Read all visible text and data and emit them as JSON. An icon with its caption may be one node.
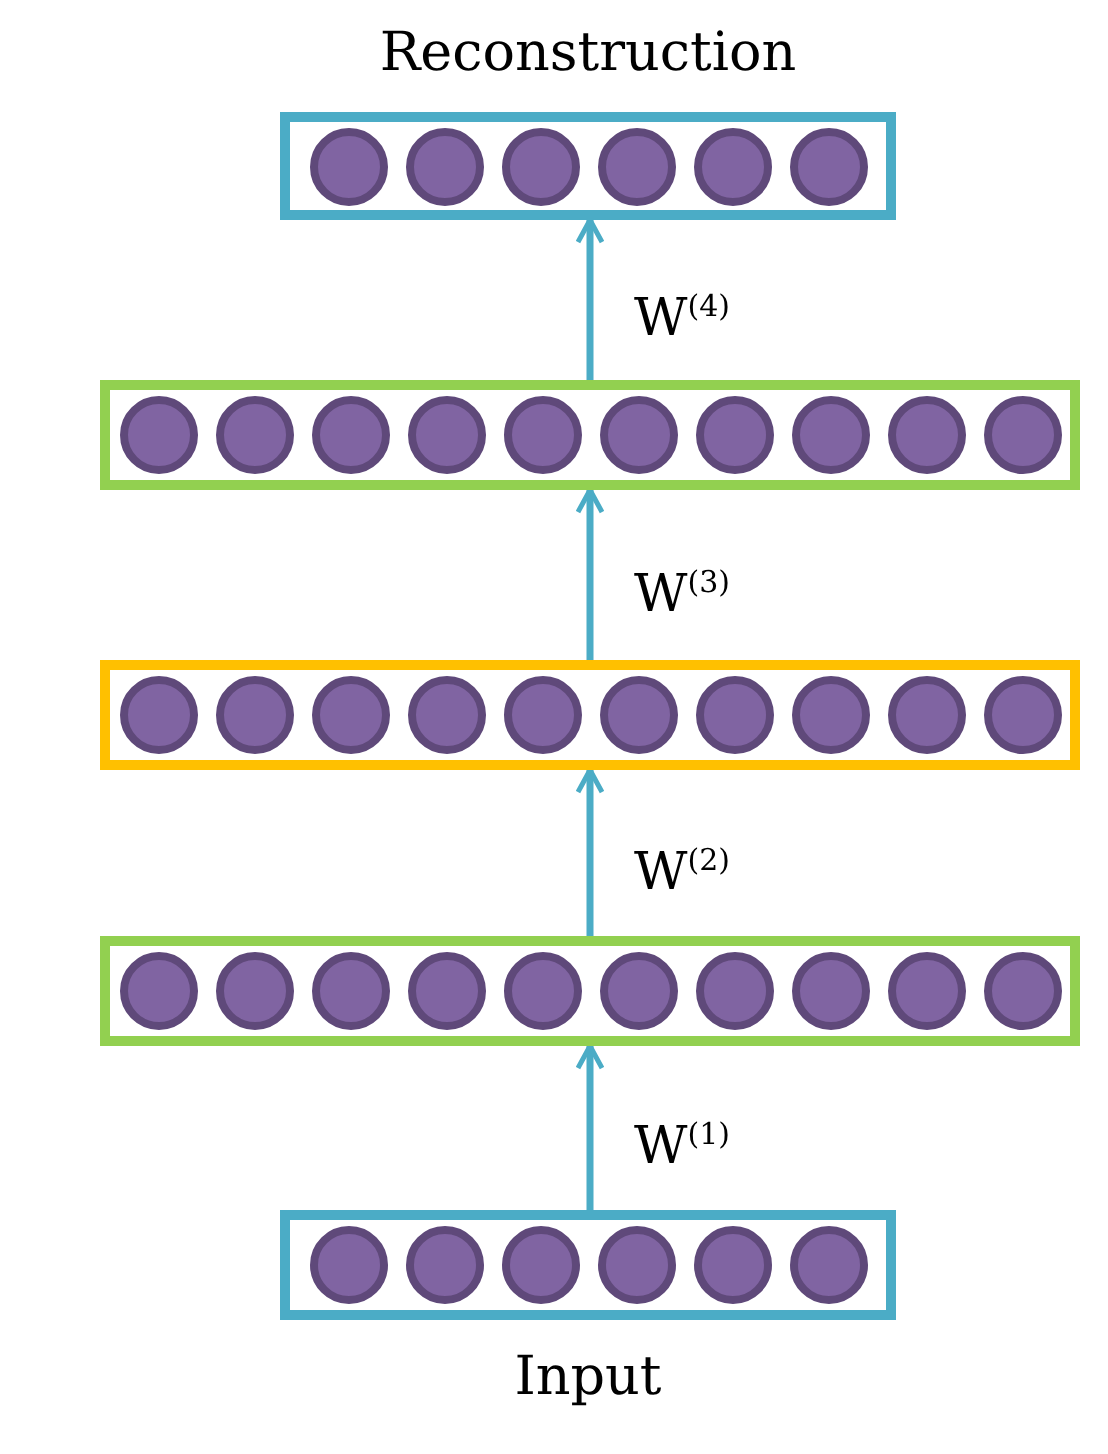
{
  "diagram": {
    "nodes": [
      {
        "text": [
          "Reconstruction"
        ]
      },
      {
        "text": [],
        "shape": "circle",
        "in": 0
      },
      {
        "text": [],
        "shape": "circle",
        "in": 0
      },
      {
        "text": [],
        "shape": "circle",
        "in": 0
      },
      {
        "text": [],
        "shape": "circle",
        "in": 0
      },
      {
        "text": [],
        "shape": "circle",
        "in": 0
      },
      {
        "text": [],
        "shape": "circle",
        "in": 0
      },
      {
        "text": [],
        "shape": "box"
      },
      {
        "text": [],
        "shape": "circle",
        "in": 7
      },
      {
        "text": [],
        "shape": "circle",
        "in": 7
      },
      {
        "text": [],
        "shape": "circle",
        "in": 7
      },
      {
        "text": [],
        "shape": "circle",
        "in": 7
      },
      {
        "text": [],
        "shape": "circle",
        "in": 7
      },
      {
        "text": [],
        "shape": "circle",
        "in": 7
      },
      {
        "text": [],
        "shape": "circle",
        "in": 7
      },
      {
        "text": [],
        "shape": "circle",
        "in": 7
      },
      {
        "text": [],
        "shape": "circle",
        "in": 7
      },
      {
        "text": [],
        "shape": "circle",
        "in": 7
      },
      {
        "text": [],
        "shape": "box"
      },
      {
        "text": [],
        "shape": "circle",
        "in": 18
      },
      {
        "text": [],
        "shape": "circle",
        "in": 18
      },
      {
        "text": [],
        "shape": "circle",
        "in": 18
      },
      {
        "text": [],
        "shape": "circle",
        "in": 18
      },
      {
        "text": [],
        "shape": "circle",
        "in": 18
      },
      {
        "text": [],
        "shape": "circle",
        "in": 18
      },
      {
        "text": [],
        "shape": "circle",
        "in": 18
      },
      {
        "text": [],
        "shape": "circle",
        "in": 18
      },
      {
        "text": [],
        "shape": "circle",
        "in": 18
      },
      {
        "text": [],
        "shape": "circle",
        "in": 18
      },
      {
        "text": [],
        "shape": "box"
      },
      {
        "text": [],
        "shape": "circle",
        "in": 29
      },
      {
        "text": [],
        "shape": "circle",
        "in": 29
      },
      {
        "text": [],
        "shape": "circle",
        "in": 29
      },
      {
        "text": [],
        "shape": "circle",
        "in": 29
      },
      {
        "text": [],
        "shape": "circle",
        "in": 29
      },
      {
        "text": [],
        "shape": "circle",
        "in": 29
      },
      {
        "text": [],
        "shape": "circle",
        "in": 29
      },
      {
        "text": [],
        "shape": "circle",
        "in": 29
      },
      {
        "text": [],
        "shape": "circle",
        "in": 29
      },
      {
        "text": [],
        "shape": "circle",
        "in": 29
      },
      {
        "text": [
          "Input"
        ]
      },
      {
        "text": [],
        "shape": "circle",
        "in": 40
      },
      {
        "text": [],
        "shape": "circle",
        "in": 40
      },
      {
        "text": [],
        "shape": "circle",
        "in": 40
      },
      {
        "text": [],
        "shape": "circle",
        "in": 40
      },
      {
        "text": [],
        "shape": "circle",
        "in": 40
      },
      {
        "text": [],
        "shape": "circle",
        "in": 40
      }
    ],
    "edges": [
      {
        "from": 40,
        "to": 29,
        "arrow": "to",
        "label": "W$^{(1)}$"
      },
      {
        "from": 29,
        "to": 18,
        "arrow": "to",
        "label": "W$^{(2)}$"
      },
      {
        "from": 18,
        "to": 7,
        "arrow": "to",
        "label": "W$^{(3)}$"
      },
      {
        "from": 7,
        "to": 0,
        "arrow": "to",
        "label": "W$^{(4)}$"
      }
    ]
  }
}
